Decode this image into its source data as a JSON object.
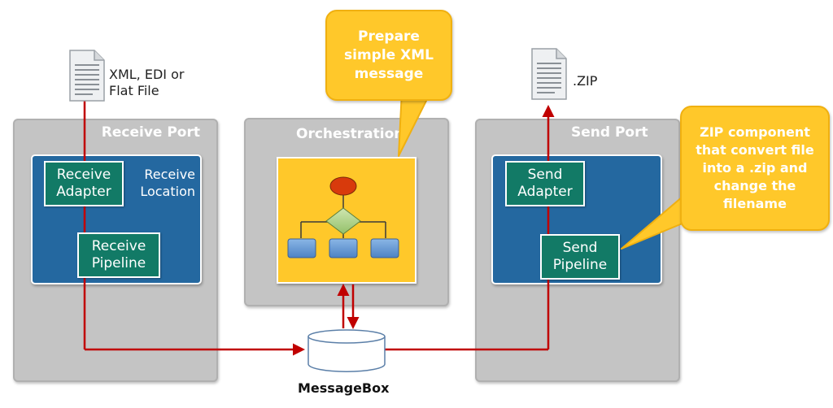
{
  "input_file": {
    "label": "XML, EDI or\nFlat File",
    "icon": "document-icon"
  },
  "output_file": {
    "label": ".ZIP",
    "icon": "document-icon"
  },
  "receive_port": {
    "title": "Receive Port",
    "location_label": "Receive\nLocation",
    "adapter_label": "Receive\nAdapter",
    "pipeline_label": "Receive\nPipeline"
  },
  "orchestration": {
    "title": "Orchestration",
    "icon": "flowchart-icon"
  },
  "send_port": {
    "title": "Send Port",
    "adapter_label": "Send\nAdapter",
    "pipeline_label": "Send\nPipeline"
  },
  "callouts": {
    "orchestration": "Prepare\nsimple XML\nmessage",
    "send_pipeline": "ZIP component\nthat convert file\ninto a .zip and\nchange the\nfilename"
  },
  "messagebox": {
    "label": "MessageBox",
    "icon": "database-icon"
  },
  "colors": {
    "port_bg": "#c4c4c4",
    "panel_bg": "#2468a0",
    "component_bg": "#127a66",
    "callout_bg": "#ffc82a",
    "flow_line": "#c00000"
  }
}
